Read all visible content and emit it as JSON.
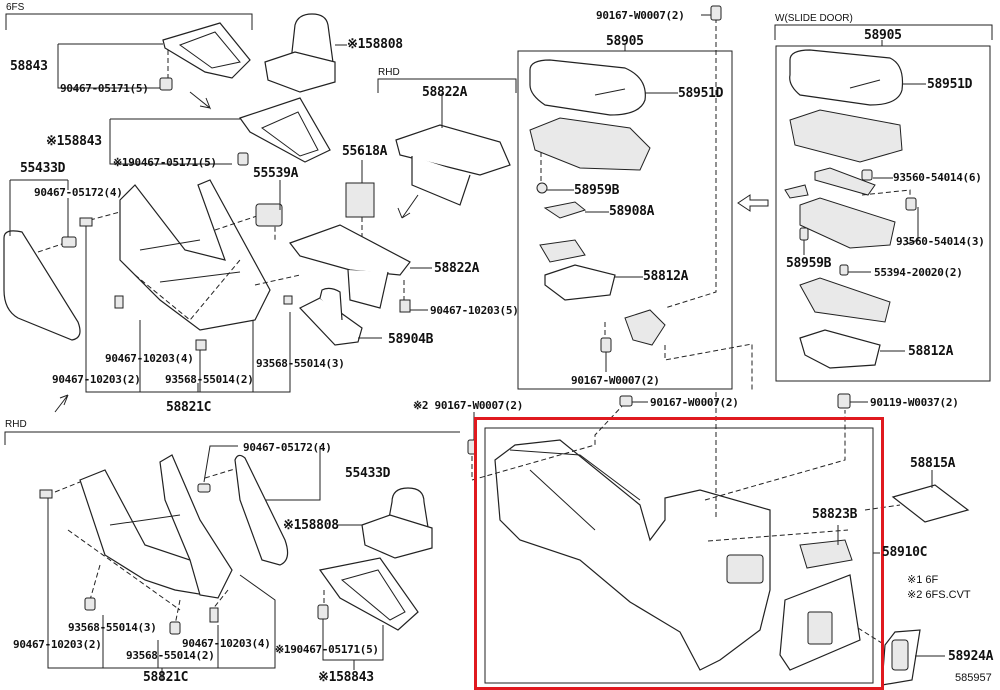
{
  "sections": {
    "six_fs": "6FS",
    "rhd_top": "RHD",
    "slide_door": "W(SLIDE DOOR)",
    "rhd_bottom": "RHD"
  },
  "labels": {
    "p58843": "58843",
    "p90467_05171_a": "90467-05171(5)",
    "p158808_a": "※158808",
    "p158843_a": "※158843",
    "p190467_05171_a": "※190467-05171(5)",
    "p55433D_a": "55433D",
    "p90467_05172_a": "90467-05172(4)",
    "p55539A": "55539A",
    "p55618A": "55618A",
    "p58822A_top": "58822A",
    "p58822A_mid": "58822A",
    "p90467_10203_5": "90467-10203(5)",
    "p58904B": "58904B",
    "p90467_10203_4a": "90467-10203(4)",
    "p90467_10203_2a": "90467-10203(2)",
    "p93568_55014_2a": "93568-55014(2)",
    "p93568_55014_3a": "93568-55014(3)",
    "p58821C_a": "58821C",
    "p90167_W0007_top": "90167-W0007(2)",
    "p58905_a": "58905",
    "p58951D_a": "58951D",
    "p58959B_a": "58959B",
    "p58908A": "58908A",
    "p58812A_a": "58812A",
    "p90167_W0007_bot": "90167-W0007(2)",
    "p58905_b": "58905",
    "p58951D_b": "58951D",
    "p93560_54014_6": "93560-54014(6)",
    "p93560_54014_3": "93560-54014(3)",
    "p58959B_b": "58959B",
    "p55394_20020": "55394-20020(2)",
    "p58812A_b": "58812A",
    "p290167_W0007": "※2 90167-W0007(2)",
    "p90167_W0007_mid": "90167-W0007(2)",
    "p90119_W0037": "90119-W0037(2)",
    "p58815A": "58815A",
    "p58823B": "58823B",
    "p58910C": "58910C",
    "p58924A": "58924A",
    "p90467_05172_b": "90467-05172(4)",
    "p55433D_b": "55433D",
    "p158808_b": "※158808",
    "p93568_55014_3b": "93568-55014(3)",
    "p90467_10203_2b": "90467-10203(2)",
    "p93568_55014_2b": "93568-55014(2)",
    "p90467_10203_4b": "90467-10203(4)",
    "p190467_05171_b": "※190467-05171(5)",
    "p58821C_b": "58821C",
    "p158843_b": "※158843"
  },
  "notes": {
    "note1": "※1 6F",
    "note2": "※2 6FS.CVT"
  },
  "figure_id": "585957",
  "highlight_color": "#e0191f"
}
